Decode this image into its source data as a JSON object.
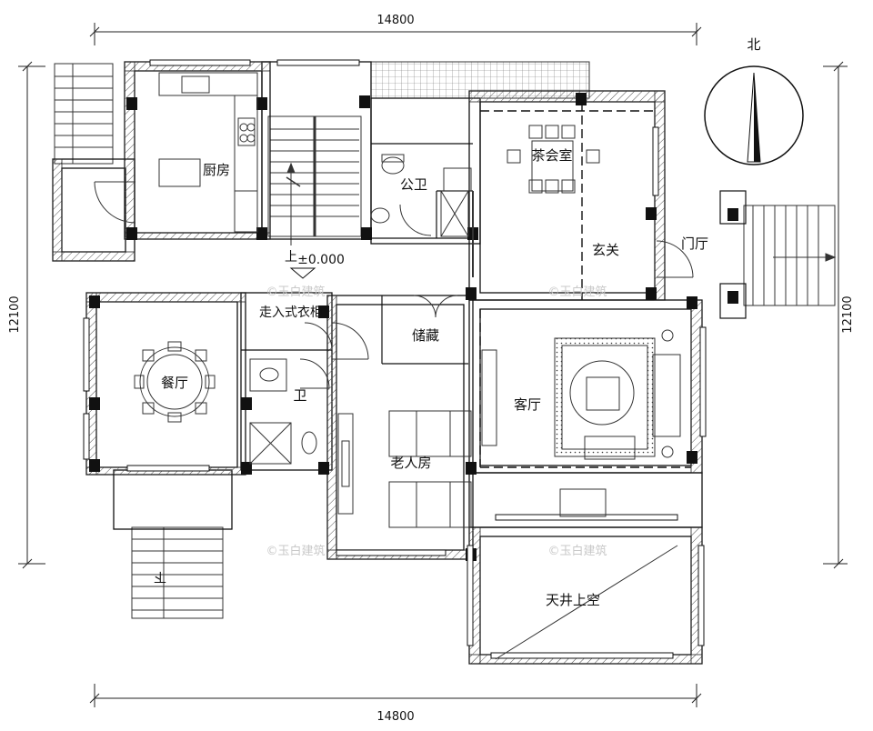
{
  "dimensions": {
    "top": "14800",
    "bottom": "14800",
    "left": "12100",
    "right": "12100"
  },
  "compass": {
    "label": "北"
  },
  "level_mark": "±0.000",
  "stair_up": "上",
  "stair_down": "下",
  "rooms": {
    "kitchen": "厨房",
    "public_wc": "公卫",
    "tea_room": "茶会室",
    "entry_hall": "玄关",
    "foyer": "门厅",
    "walk_in_closet": "走入式衣柜",
    "storage": "储藏",
    "dining": "餐厅",
    "bath": "卫",
    "living": "客厅",
    "elder_room": "老人房",
    "atrium_void": "天井上空"
  },
  "watermark": "©玉白建筑"
}
